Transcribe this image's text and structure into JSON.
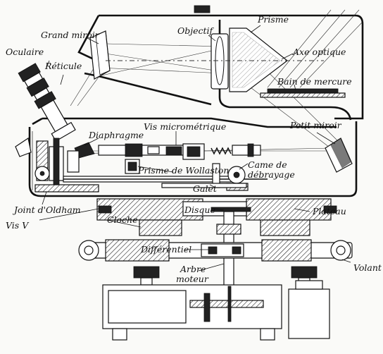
{
  "labels": {
    "grand_miroir": "Grand miroir",
    "objectif": "Objectif",
    "prisme": "Prisme",
    "oculaire": "Oculaire",
    "reticule": "Réticule",
    "axe_optique": "Axe optique",
    "bain_de_mercure": "Bain de mercure",
    "petit_miroir": "Petit miroir",
    "diaphragme": "Diaphragme",
    "vis_micrometrique": "Vis micrométrique",
    "prisme_de_wollaston": "Prisme de Wollaston",
    "came_de_debrayage_1": "Came de",
    "came_de_debrayage_2": "débrayage",
    "galet": "Galet",
    "joint_d_oldham": "Joint d'Oldham",
    "disque": "Disque",
    "plateau": "Plateau",
    "vis_v": "Vis V",
    "cloche": "Cloche",
    "differentiel": "Différentiel",
    "volant": "Volant",
    "arbre_moteur_1": "Arbre",
    "arbre_moteur_2": "moteur"
  }
}
